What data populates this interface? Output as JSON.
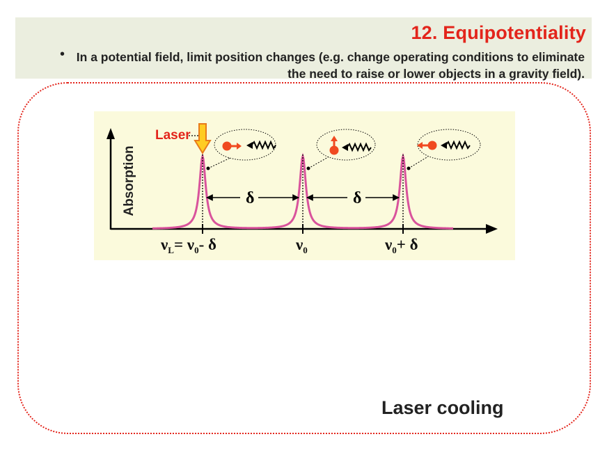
{
  "slide": {
    "title": "12. Equipotentiality",
    "bullet": "In a potential field, limit position changes (e.g. change operating conditions to eliminate the need to raise or lower objects in a gravity field).",
    "caption": "Laser cooling"
  },
  "figure": {
    "ylabel": "Absorption",
    "laser_label": "Laser",
    "delta_symbol": "δ",
    "tick_labels": {
      "nuL": "ν",
      "nuL_sub": "L",
      "eq": "= ν",
      "eq_sub": "0",
      "minus_delta": "- δ",
      "nu0": "ν",
      "nu0_sub": "0",
      "nu0p": "ν",
      "nu0p_sub": "0",
      "plus_delta": "+ δ"
    },
    "colors": {
      "background": "#fbfadc",
      "curve": "#d9539c",
      "atom": "#f04a20",
      "laser_fill": "#ffcc22",
      "laser_stroke": "#e87a1a",
      "laser_label": "#e3241b"
    },
    "insets": [
      "atom-moving-right",
      "atom-moving-up",
      "atom-moving-left"
    ]
  }
}
